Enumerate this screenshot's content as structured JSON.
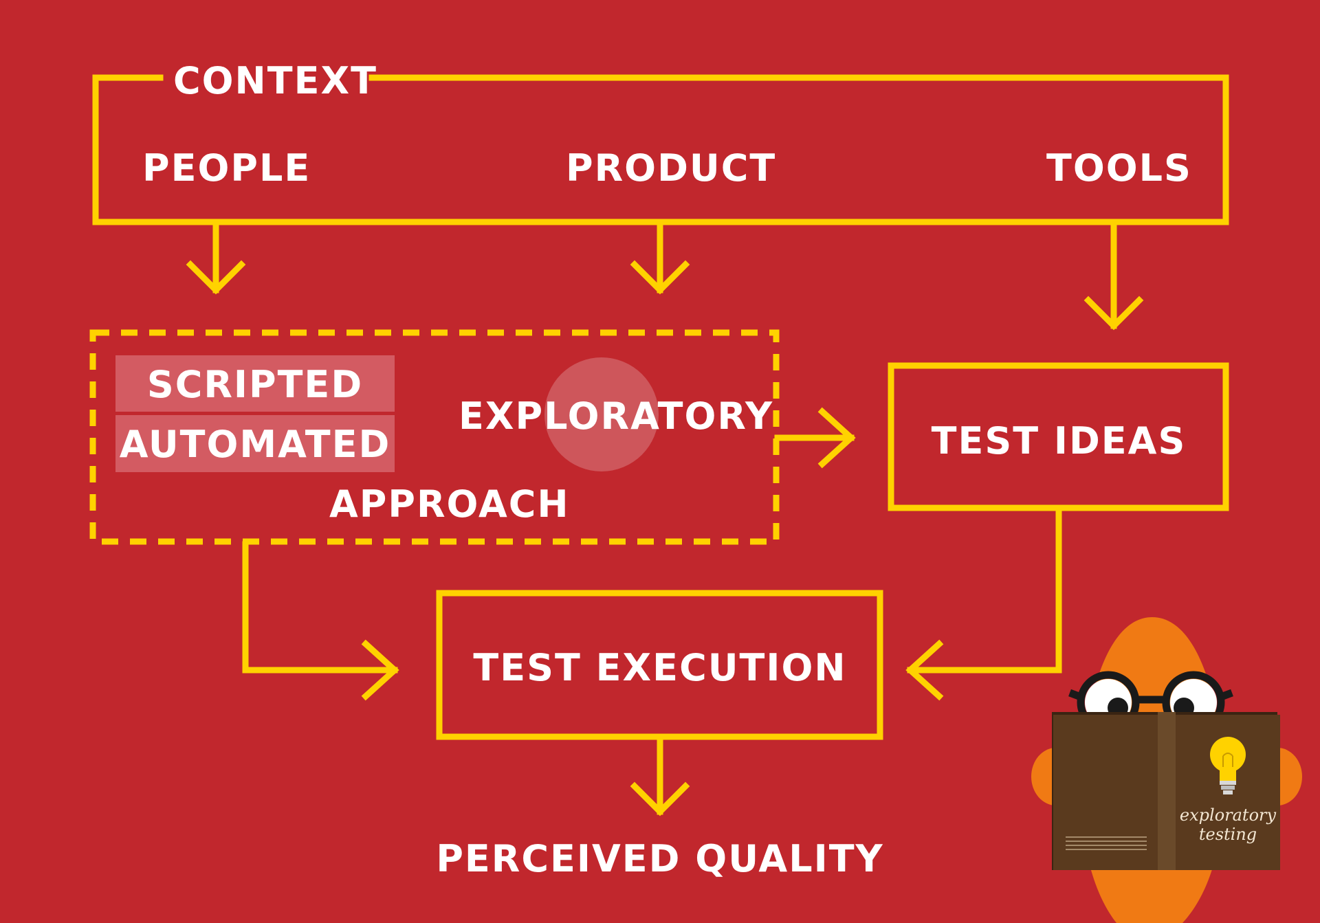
{
  "colors": {
    "background": "#c1272d",
    "line": "#ffd200",
    "text": "#ffffff",
    "highlight": "#d35b62",
    "mascot": "#f07a14",
    "book": "#5a3a1e"
  },
  "context": {
    "title": "CONTEXT",
    "items": [
      "PEOPLE",
      "PRODUCT",
      "TOOLS"
    ]
  },
  "approach": {
    "label": "APPROACH",
    "scripted": "SCRIPTED",
    "automated": "AUTOMATED",
    "exploratory": "EXPLORATORY"
  },
  "test_ideas": "TEST IDEAS",
  "test_execution": "TEST EXECUTION",
  "perceived_quality": "PERCEIVED QUALITY",
  "mascot": {
    "book_title_line1": "exploratory",
    "book_title_line2": "testing",
    "icon": "lightbulb-icon"
  }
}
